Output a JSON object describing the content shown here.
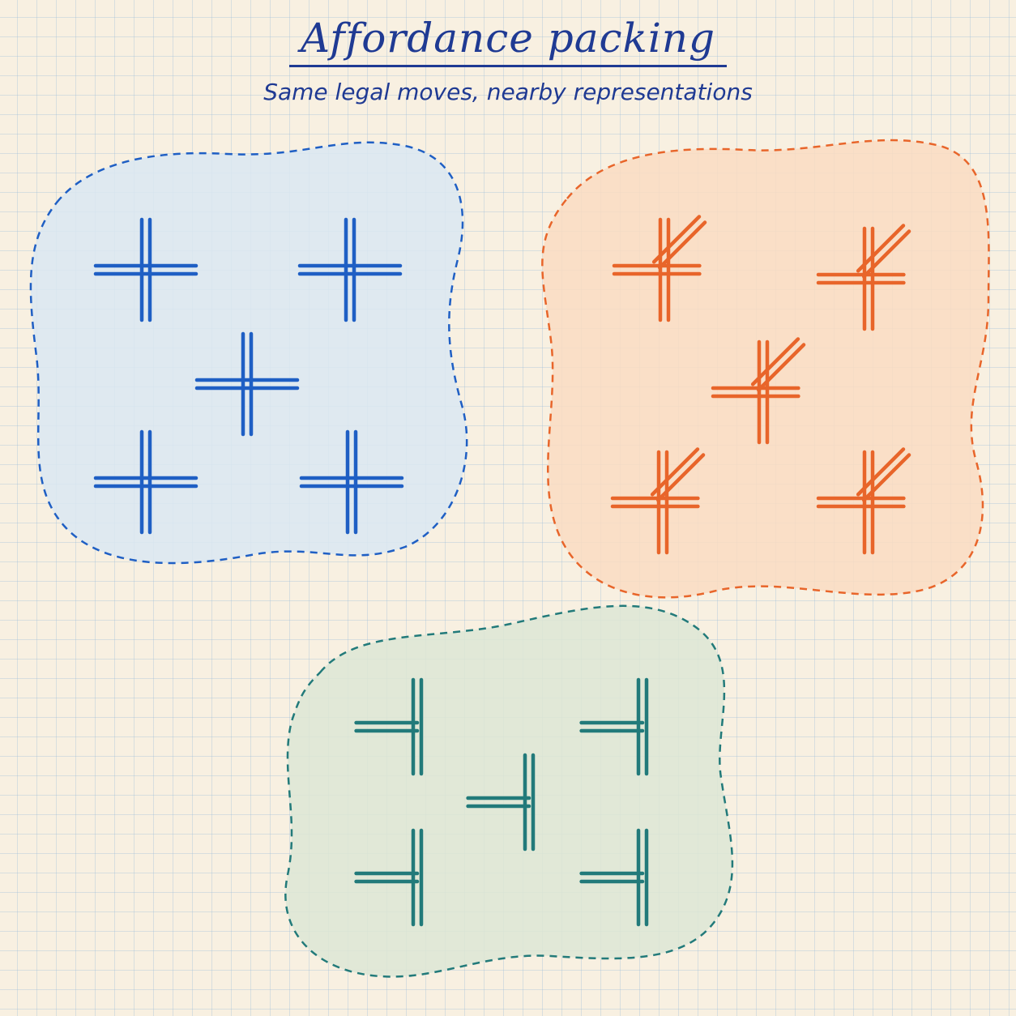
{
  "title": "Affordance packing",
  "subtitle": "Same legal moves, nearby representations",
  "colors": {
    "ink": "#1f3a93",
    "paper": "#f8f0e1",
    "grid": "#a9c4dd",
    "blue": "#1f5fc4",
    "blue_fill": "#dbe7f2",
    "orange": "#e8652a",
    "orange_fill": "#fadcc2",
    "teal": "#227a7a",
    "teal_fill": "#dde6d5"
  },
  "clusters": [
    {
      "name": "blue-cluster",
      "glyph": "four-way-cross",
      "color_key": "blue",
      "count": 5
    },
    {
      "name": "orange-cluster",
      "glyph": "cross-with-diagonal",
      "color_key": "orange",
      "count": 5
    },
    {
      "name": "teal-cluster",
      "glyph": "t-junction",
      "color_key": "teal",
      "count": 5
    }
  ]
}
